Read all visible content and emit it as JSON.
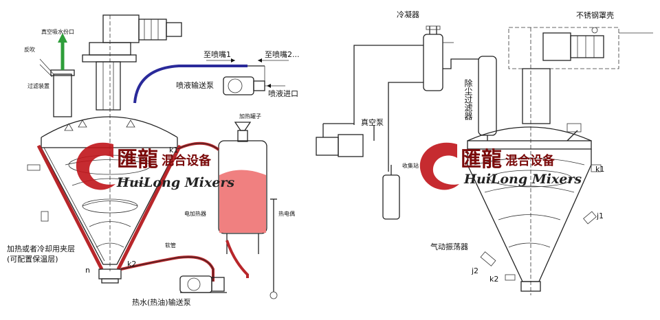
{
  "left": {
    "vacuum_port": "真空吸水份口",
    "backflush": "反吹",
    "filter_unit": "过滤装置",
    "to_nozzle_1": "至喷嘴1",
    "to_nozzle_2": "至喷嘴2...",
    "spray_pump": "喷液输送泵",
    "spray_inlet": "喷液进口",
    "jacket": "加热或者冷却用夹层",
    "jacket_note": "(可配置保温层)",
    "electric_heater": "电加热器",
    "hot_water_tank": "加热罐子",
    "thermometer": "热电偶",
    "hose": "软管",
    "hot_water_pump": "热水(热油)输送泵",
    "k1": "k1",
    "k2": "k2",
    "n": "n"
  },
  "right": {
    "condenser": "冷凝器",
    "ss_cover": "不锈钢罩壳",
    "dust_filter": "除尘过滤器",
    "vacuum_pump": "真空泵",
    "collector": "收集站",
    "air_vibrator": "气动振荡器",
    "j1": "j1",
    "j2": "j2",
    "k1": "k1",
    "k2": "k2"
  },
  "watermark": {
    "cn_1": "匯龍",
    "cn_2": "混合设备",
    "en": "HuiLong Mixers",
    "brand_color": "#c0141a"
  },
  "colors": {
    "jacket": "#b8262a",
    "tank_fill": "#f08080",
    "spray_line": "#2a2a9a",
    "vacuum_line": "#2e9e3a"
  }
}
